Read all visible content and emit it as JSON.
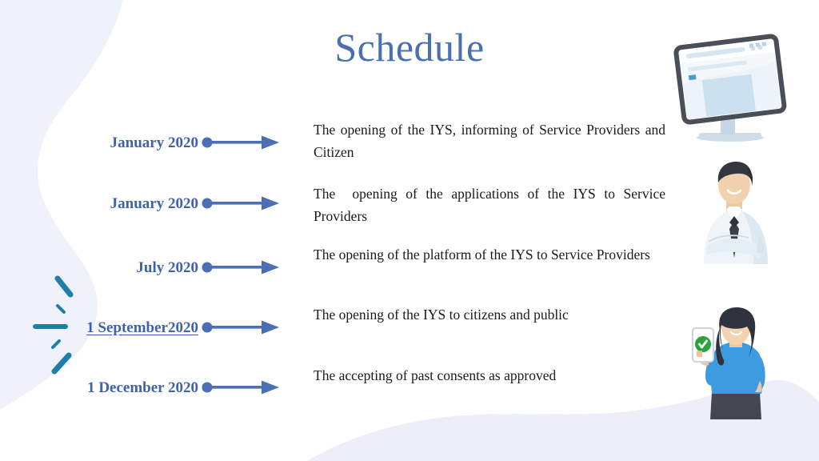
{
  "slide": {
    "title": "Schedule",
    "title_color": "#4a6fb5",
    "background_color": "#ffffff"
  },
  "theme": {
    "accent_blue": "#4a6fb5",
    "date_blue": "#3f62ad",
    "body_text": "#1a1a1a",
    "wave_dark": "#dfe4f2",
    "wave_light": "#eef1f9",
    "sparkle_teal": "#1f7fa8",
    "shirt_blue": "#3d9be0",
    "check_green": "#2aa33c"
  },
  "timeline": {
    "rows": [
      {
        "date": "January 2020",
        "underlined": false,
        "text": "The opening of the IYS, informing of Service Providers and Citizen",
        "justify": true,
        "arrow_icon": "arrow-right-icon"
      },
      {
        "date": "January 2020",
        "underlined": false,
        "text": "The  opening of the applications of the IYS to Service Providers",
        "justify": true,
        "arrow_icon": "arrow-right-icon"
      },
      {
        "date": "July 2020",
        "underlined": false,
        "text": "The opening of the platform of the IYS to Service Providers",
        "justify": true,
        "arrow_icon": "arrow-right-icon"
      },
      {
        "date": "1 September2020",
        "underlined": true,
        "text": "The opening of the IYS to citizens and public",
        "justify": false,
        "arrow_icon": "arrow-right-icon"
      },
      {
        "date": "1 December 2020",
        "underlined": false,
        "text": "The accepting of past consents as approved",
        "justify": false,
        "arrow_icon": "arrow-right-icon"
      }
    ]
  },
  "decorations": {
    "sparkle": "sparkle-burst-icon",
    "wave_top_left": "wave-shape-top-left",
    "wave_bottom_right": "wave-shape-bottom-right"
  },
  "illustrations": [
    {
      "name": "desktop-monitor-illustration"
    },
    {
      "name": "businessman-illustration"
    },
    {
      "name": "woman-with-phone-illustration"
    }
  ]
}
